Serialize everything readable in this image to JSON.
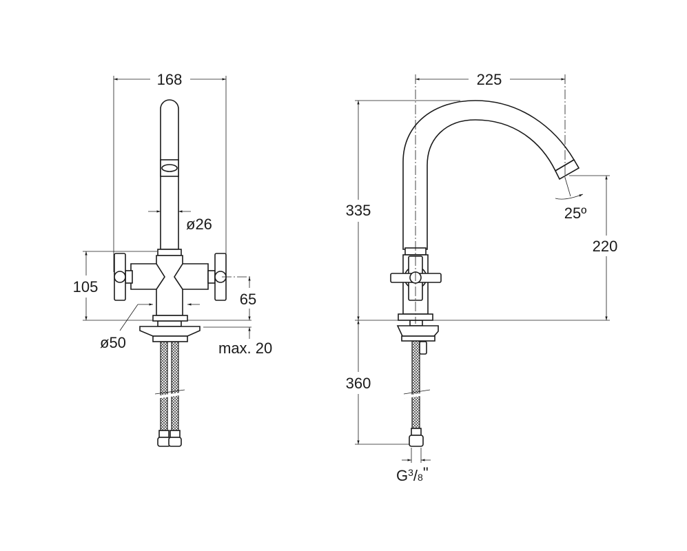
{
  "front_view": {
    "width_label": "168",
    "spout_diameter_label": "ø26",
    "handle_height_label": "105",
    "handle_axis_label": "65",
    "base_diameter_label": "ø50",
    "max_thickness_label": "max. 20"
  },
  "side_view": {
    "reach_label": "225",
    "total_height_label": "335",
    "spout_height_label": "220",
    "angle_label": "25º",
    "hose_length_label": "360",
    "thread_label": "G",
    "thread_num": "3",
    "thread_sep": "/",
    "thread_den": "8",
    "thread_unit": "\""
  }
}
